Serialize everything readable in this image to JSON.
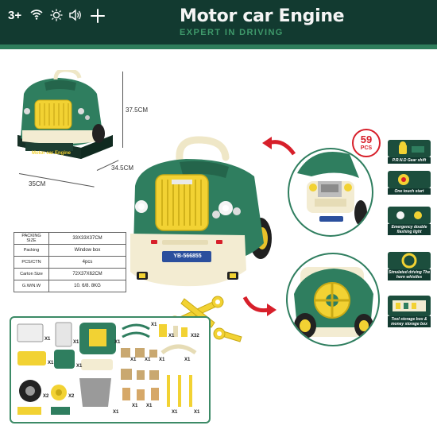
{
  "header": {
    "age": "3+",
    "icons": [
      "wifi-icon",
      "light-icon",
      "sound-icon",
      "gear-shift-icon"
    ],
    "title": "Motor car Engine",
    "subtitle": "EXPERT IN DRIVING"
  },
  "box": {
    "height_label": "37.5CM",
    "depth_label": "34.5CM",
    "width_label": "35CM",
    "brand_text": "Motor car Engine"
  },
  "spec": [
    {
      "key": "PACKING SIZE",
      "value": "33X33X37CM"
    },
    {
      "key": "Packing",
      "value": "Window box"
    },
    {
      "key": "PCS/CTN",
      "value": "4pcs"
    },
    {
      "key": "Carton Size",
      "value": "72X37X62CM"
    },
    {
      "key": "G.W/N.W",
      "value": "10. 6/8. 8KG"
    }
  ],
  "plate": "YB-566855",
  "badge": {
    "number": "59",
    "label": "PCS"
  },
  "features": [
    {
      "label": "P.R.N.D Gear shift"
    },
    {
      "label": "One touch start"
    },
    {
      "label": "Emergency double flashing light"
    },
    {
      "label": "Simulated driving The horn whistles"
    },
    {
      "label": "Tool storage box & money storage box"
    }
  ],
  "parts": {
    "counts": [
      "X1",
      "X1",
      "X1",
      "X1",
      "X1",
      "X32",
      "X1",
      "X1",
      "X2",
      "X2",
      "X1",
      "X1",
      "X1",
      "X1",
      "X1",
      "X1",
      "X1",
      "X1",
      "X1"
    ]
  },
  "colors": {
    "green": "#2f7e5f",
    "dark_green": "#123a30",
    "yellow": "#f2d233",
    "cream": "#f3ecd2",
    "red": "#d71f2a"
  }
}
